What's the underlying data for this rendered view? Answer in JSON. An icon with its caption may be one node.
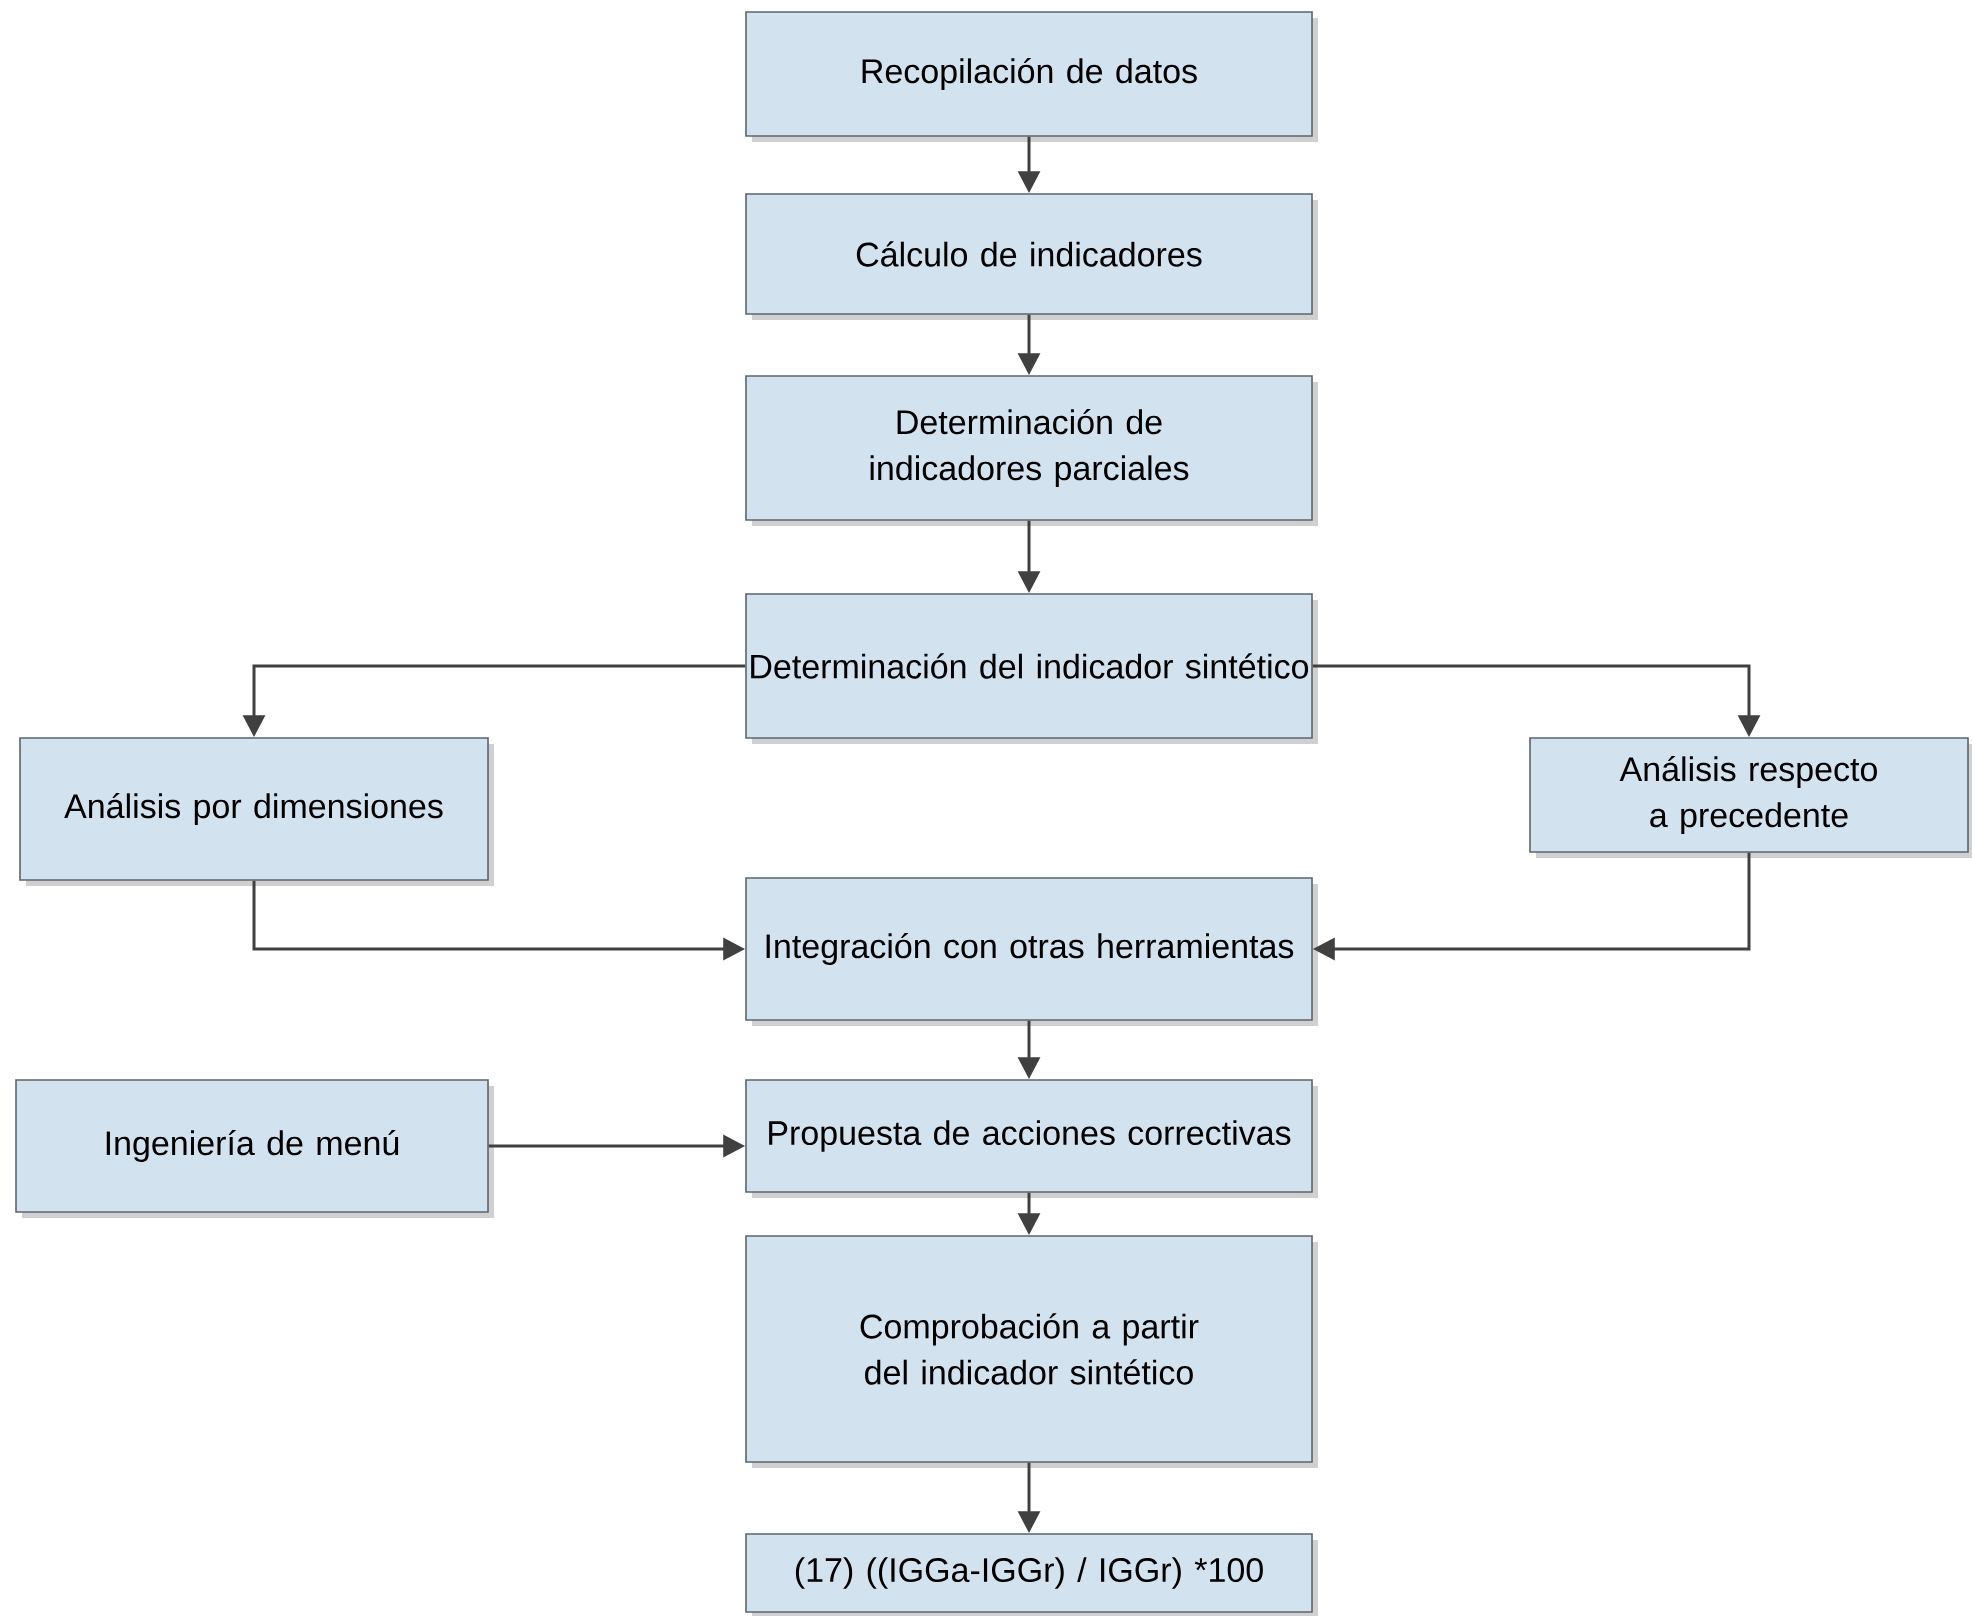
{
  "diagram": {
    "nodes": [
      {
        "text": [
          "Recopilación de datos"
        ]
      },
      {
        "text": [
          "Cálculo de indicadores"
        ]
      },
      {
        "text": [
          "Determinación de indicadores parciales"
        ]
      },
      {
        "text": [
          "Determinación del indicador sintético"
        ]
      },
      {
        "text": [
          "Análisis por dimensiones"
        ]
      },
      {
        "text": [
          "Análisis respecto a precedente"
        ]
      },
      {
        "text": [
          "Integración con otras herramientas"
        ]
      },
      {
        "text": [
          "Ingeniería de menú"
        ]
      },
      {
        "text": [
          "Propuesta de acciones correctivas"
        ]
      },
      {
        "text": [
          "Comprobación a partir del indicador sintético"
        ]
      },
      {
        "text": [
          "(17) ((IGGa-IGGr) / IGGr) *100"
        ]
      }
    ],
    "edges": [
      {
        "from": 0,
        "to": 1,
        "arrow": "to"
      },
      {
        "from": 1,
        "to": 2,
        "arrow": "to"
      },
      {
        "from": 2,
        "to": 3,
        "arrow": "to"
      },
      {
        "from": 3,
        "to": 4,
        "arrow": "to"
      },
      {
        "from": 3,
        "to": 5,
        "arrow": "to"
      },
      {
        "from": 4,
        "to": 6,
        "arrow": "to"
      },
      {
        "from": 5,
        "to": 6,
        "arrow": "to"
      },
      {
        "from": 6,
        "to": 8,
        "arrow": "to"
      },
      {
        "from": 7,
        "to": 8,
        "arrow": "to"
      },
      {
        "from": 8,
        "to": 9,
        "arrow": "to"
      },
      {
        "from": 9,
        "to": 10,
        "arrow": "to"
      }
    ]
  }
}
